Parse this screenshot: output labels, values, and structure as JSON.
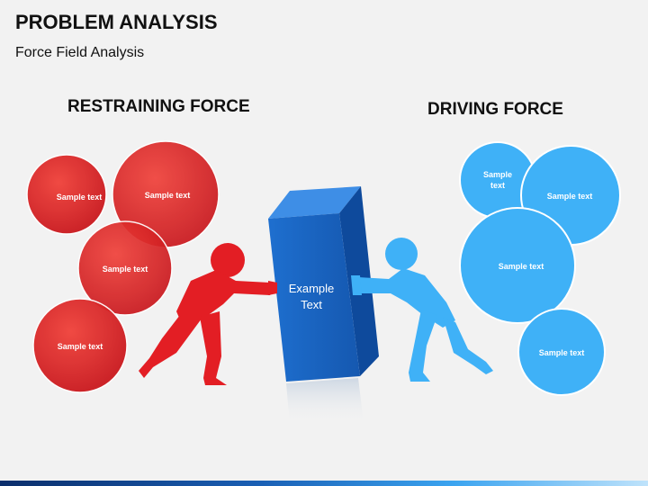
{
  "title": "PROBLEM ANALYSIS",
  "subtitle": "Force Field Analysis",
  "restraining": {
    "heading": "RESTRAINING FORCE",
    "color": "#e31e24",
    "circles": [
      "Sample text",
      "Sample text",
      "Sample text",
      "Sample text"
    ]
  },
  "driving": {
    "heading": "DRIVING FORCE",
    "color": "#3fb1f7",
    "circles": [
      "Sample\ntext",
      "Sample text",
      "Sample text",
      "Sample text"
    ]
  },
  "center_box": {
    "label": "Example\nText",
    "color": "#1565c0"
  }
}
